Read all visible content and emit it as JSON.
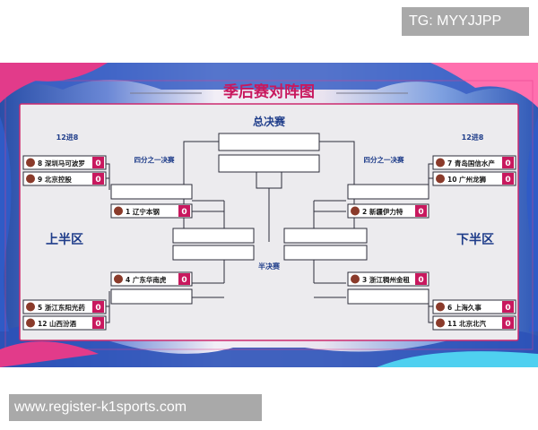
{
  "watermark_tag": "TG: MYYJJPP",
  "watermark_url": "www.register-k1sports.com",
  "header": {
    "title": "季后赛对阵图",
    "final_label": "总决赛",
    "semi_label": "半决赛",
    "quarter_label_left": "四分之一决赛",
    "quarter_label_right": "四分之一决赛",
    "round12_left": "12进8",
    "round12_right": "12进8",
    "half_left": "上半区",
    "half_right": "下半区"
  },
  "teams": {
    "t8": {
      "seed": "8",
      "name": "深圳马可波罗",
      "score": "0"
    },
    "t9": {
      "seed": "9",
      "name": "北京控股",
      "score": "0"
    },
    "t1": {
      "seed": "1",
      "name": "辽宁本钢",
      "score": "0"
    },
    "t4": {
      "seed": "4",
      "name": "广东华南虎",
      "score": "0"
    },
    "t5": {
      "seed": "5",
      "name": "浙江东阳光药",
      "score": "0"
    },
    "t12": {
      "seed": "12",
      "name": "山西汾酒",
      "score": "0"
    },
    "t7": {
      "seed": "7",
      "name": "青岛国信水产",
      "score": "0"
    },
    "t10": {
      "seed": "10",
      "name": "广州龙狮",
      "score": "0"
    },
    "t2": {
      "seed": "2",
      "name": "新疆伊力特",
      "score": "0"
    },
    "t3": {
      "seed": "3",
      "name": "浙江稠州金租",
      "score": "0"
    },
    "t6": {
      "seed": "6",
      "name": "上海久事",
      "score": "0"
    },
    "t11": {
      "seed": "11",
      "name": "北京北汽",
      "score": "0"
    }
  },
  "colors": {
    "accent": "#c8185e",
    "score_bg": "#c8185e",
    "label_blue": "#1f3d8a",
    "line": "#2c2c3a"
  }
}
